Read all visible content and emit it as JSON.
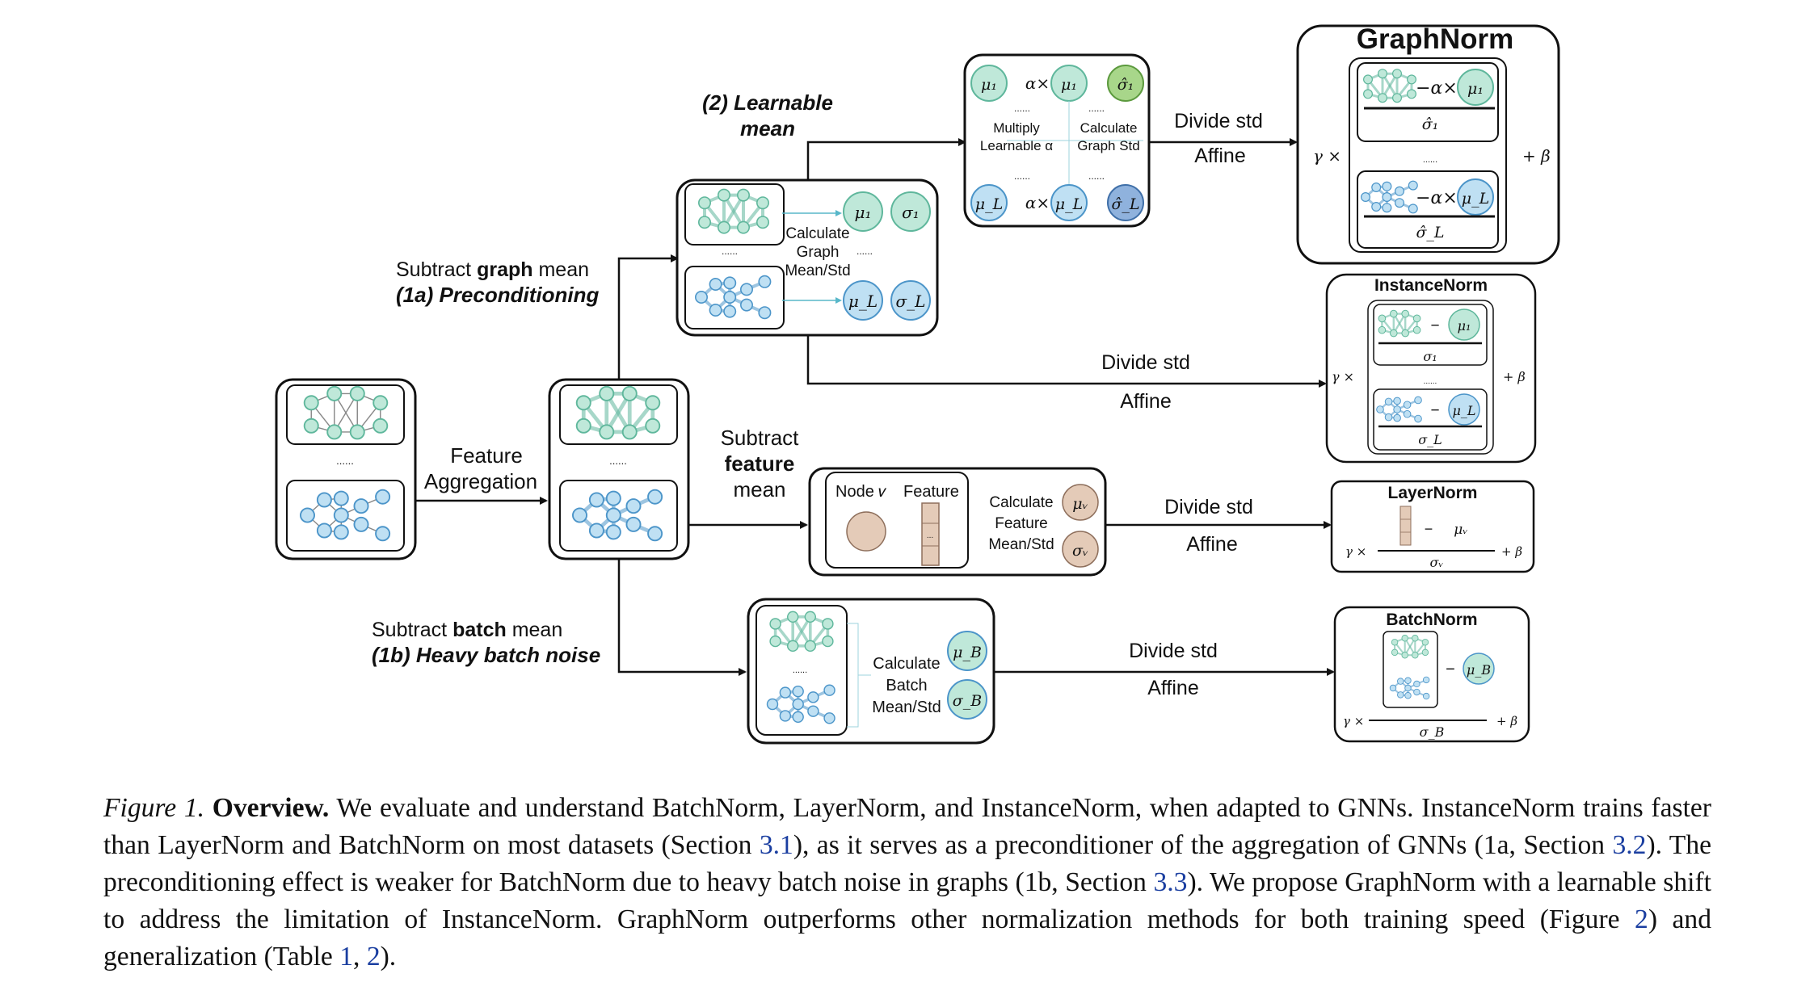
{
  "diagram": {
    "feature_aggregation": [
      "Feature",
      "Aggregation"
    ],
    "dots": "......",
    "learnable_mean": [
      "(2) Learnable",
      "mean"
    ],
    "subtract_graph_mean": {
      "prefix": "Subtract ",
      "bold": "graph",
      "suffix": " mean"
    },
    "preconditioning": "(1a) Preconditioning",
    "subtract_feature_mean": [
      "Subtract",
      "feature",
      "mean"
    ],
    "subtract_batch_mean": {
      "prefix": "Subtract ",
      "bold": "batch",
      "suffix": " mean"
    },
    "heavy_batch_noise": "(1b) Heavy batch noise",
    "calc_graph": [
      "Calculate",
      "Graph",
      "Mean/Std"
    ],
    "multiply_learnable": [
      "Multiply",
      "Learnable α"
    ],
    "calc_graph_std": [
      "Calculate",
      "Graph Std"
    ],
    "node_v": "Node 𝑣",
    "feature": "Feature",
    "calc_feature": [
      "Calculate",
      "Feature",
      "Mean/Std"
    ],
    "calc_batch": [
      "Calculate",
      "Batch",
      "Mean/Std"
    ],
    "divide_std": "Divide std",
    "affine": "Affine",
    "alpha_times": "α×",
    "gamma_times": "γ ×",
    "plus_beta": "+ β",
    "minus": "−",
    "minus_alpha": "−α×",
    "mu_1": "μ₁",
    "mu_L": "μ_L",
    "sigma_1": "σ₁",
    "sigma_L": "σ_L",
    "sigma_hat_1": "σ̂₁",
    "sigma_hat_L": "σ̂_L",
    "mu_v": "μᵥ",
    "sigma_v": "σᵥ",
    "mu_B": "μ_B",
    "sigma_B": "σ_B",
    "norm_titles": {
      "graphnorm": "GraphNorm",
      "instancenorm": "InstanceNorm",
      "layernorm": "LayerNorm",
      "batchnorm": "BatchNorm"
    },
    "colors": {
      "green_fill": "#bfe8d9",
      "green_stroke": "#5fb79c",
      "blue_fill": "#bfe0f3",
      "blue_stroke": "#4c95c9",
      "tan_fill": "#e4cbb8",
      "tan_stroke": "#8e6f5c",
      "sigma_hat_green": "#a8d68a",
      "sigma_hat_blue": "#8fb2dd"
    }
  },
  "caption": {
    "label": "Figure 1.",
    "title": "Overview.",
    "parts": [
      " We evaluate and understand BatchNorm, LayerNorm, and InstanceNorm, when adapted to GNNs. InstanceNorm trains faster than LayerNorm and BatchNorm on most datasets (Section ",
      "3.1",
      "), as it serves as a preconditioner of the aggregation of GNNs (1a, Section ",
      "3.2",
      "). The preconditioning effect is weaker for BatchNorm due to heavy batch noise in graphs (1b, Section ",
      "3.3",
      "). We propose GraphNorm with a learnable shift to address the limitation of InstanceNorm. GraphNorm outperforms other normalization methods for both training speed (Figure ",
      "2",
      ") and generalization (Table ",
      "1",
      ", ",
      "2",
      ")."
    ]
  }
}
